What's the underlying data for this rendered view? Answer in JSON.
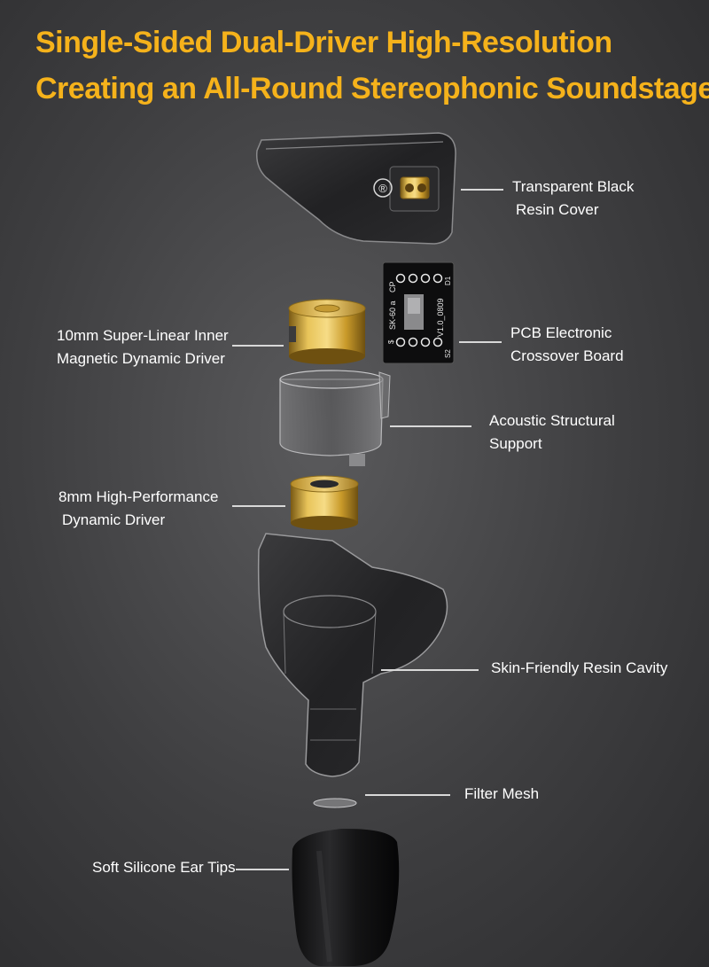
{
  "header": {
    "title_line1": "Single-Sided Dual-Driver High-Resolution",
    "title_line2": "Creating an All-Round Stereophonic Soundstage"
  },
  "components": [
    {
      "id": "cover",
      "line1": "Transparent Black",
      "line2": "Resin Cover"
    },
    {
      "id": "pcb",
      "line1": "PCB Electronic",
      "line2": "Crossover Board"
    },
    {
      "id": "driver10",
      "line1": "10mm Super-Linear Inner",
      "line2": "Magnetic Dynamic Driver"
    },
    {
      "id": "support",
      "line1": "Acoustic Structural",
      "line2": "Support"
    },
    {
      "id": "driver8",
      "line1": "8mm High-Performance",
      "line2": "Dynamic Driver"
    },
    {
      "id": "cavity",
      "line1": "Skin-Friendly Resin Cavity",
      "line2": ""
    },
    {
      "id": "mesh",
      "line1": "Filter Mesh",
      "line2": ""
    },
    {
      "id": "tips",
      "line1": "Soft Silicone Ear Tips",
      "line2": ""
    }
  ],
  "pcb_markings": {
    "model": "SK-60 a",
    "cp": "CP",
    "version": "V1.0_0809",
    "pin_top": "D1",
    "pin_bottom": "S2",
    "corner": "$"
  },
  "logo_mark": "®",
  "colors": {
    "title": "#f5b21b",
    "label": "#ffffff",
    "gold": "#d4a52a",
    "resin": "#1c1c1e"
  }
}
